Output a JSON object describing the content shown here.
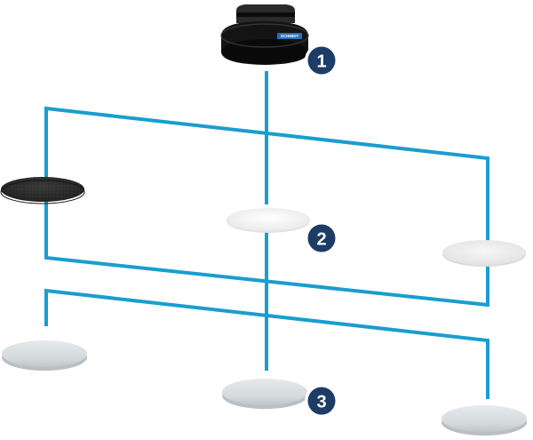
{
  "colors": {
    "connector": "#1a9dd0",
    "badge_fill": "#1d3c66",
    "badge_ring": "#ffffff",
    "holder_body": "#141414",
    "holder_cap": "#2a2a2a",
    "brand_label_bg": "#2b6fb7",
    "pad_black": "#2d2d2d",
    "pad_white": "#f3f3f3",
    "pad_light_gray": "#ececec",
    "disc_gray": "#d7dcdf"
  },
  "holder": {
    "icon": "sanding-pad-holder-icon",
    "brand_label": "SCHMIDT"
  },
  "levels": [
    {
      "badge": "1",
      "items": [
        "sanding-pad-holder"
      ]
    },
    {
      "badge": "2",
      "items": [
        "black-abrasive-pad",
        "white-abrasive-pad",
        "light-gray-abrasive-pad"
      ]
    },
    {
      "badge": "3",
      "items": [
        "gray-disc-left",
        "gray-disc-center",
        "gray-disc-right"
      ]
    }
  ]
}
